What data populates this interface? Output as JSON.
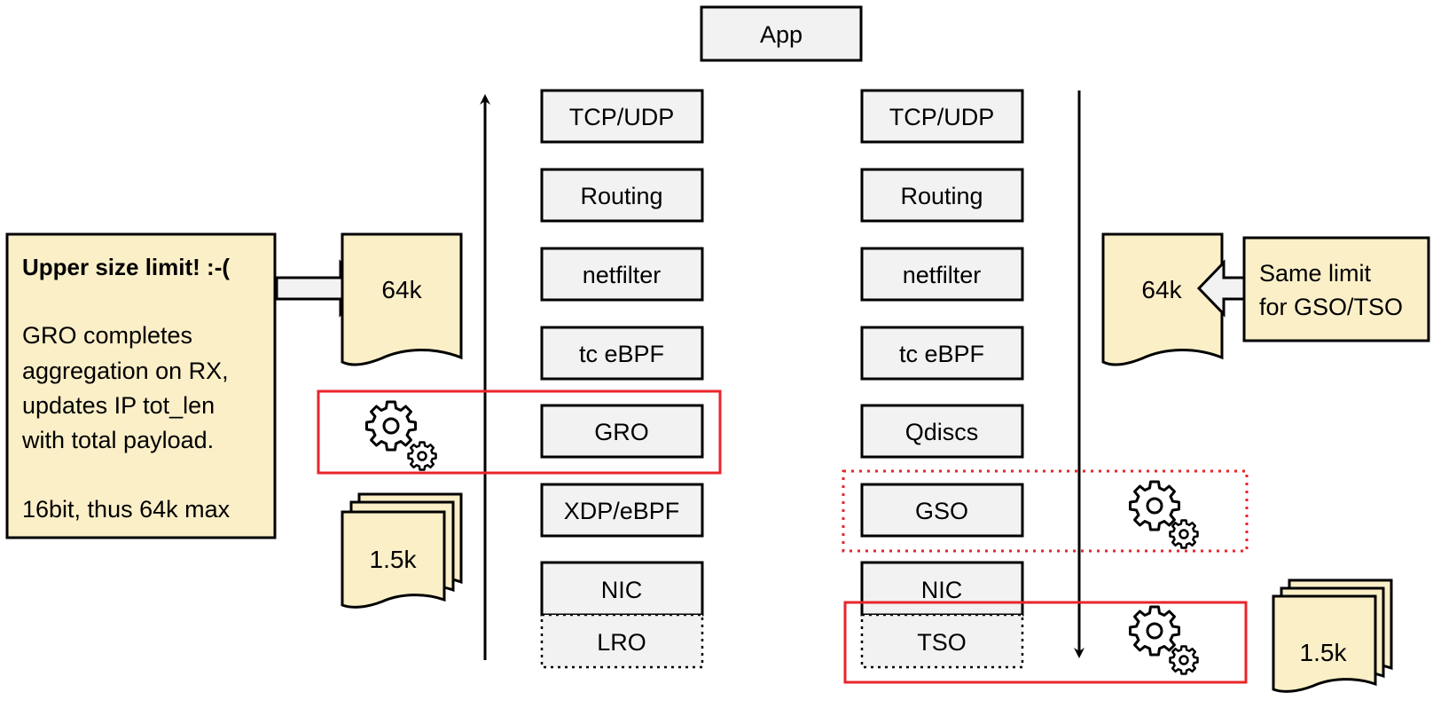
{
  "app": {
    "label": "App"
  },
  "rx_stack": {
    "layers": [
      {
        "label": "TCP/UDP"
      },
      {
        "label": "Routing"
      },
      {
        "label": "netfilter"
      },
      {
        "label": "tc eBPF"
      },
      {
        "label": "GRO"
      },
      {
        "label": "XDP/eBPF"
      },
      {
        "label": "NIC"
      },
      {
        "label": "LRO"
      }
    ]
  },
  "tx_stack": {
    "layers": [
      {
        "label": "TCP/UDP"
      },
      {
        "label": "Routing"
      },
      {
        "label": "netfilter"
      },
      {
        "label": "tc eBPF"
      },
      {
        "label": "Qdiscs"
      },
      {
        "label": "GSO"
      },
      {
        "label": "NIC"
      },
      {
        "label": "TSO"
      }
    ]
  },
  "left_note": {
    "title": "Upper size limit! :-(",
    "body_lines": [
      "GRO completes",
      "aggregation on RX,",
      "updates IP tot_len",
      "with total payload."
    ],
    "footer": "16bit, thus 64k max"
  },
  "right_note": {
    "lines": [
      "Same limit",
      "for GSO/TSO"
    ]
  },
  "packets": {
    "rx_large": "64k",
    "rx_small": "1.5k",
    "tx_large": "64k",
    "tx_small": "1.5k"
  },
  "colors": {
    "box_fill": "#f2f2f2",
    "note_fill": "#fbefc8",
    "highlight": "#e8262b",
    "stroke": "#000000"
  }
}
